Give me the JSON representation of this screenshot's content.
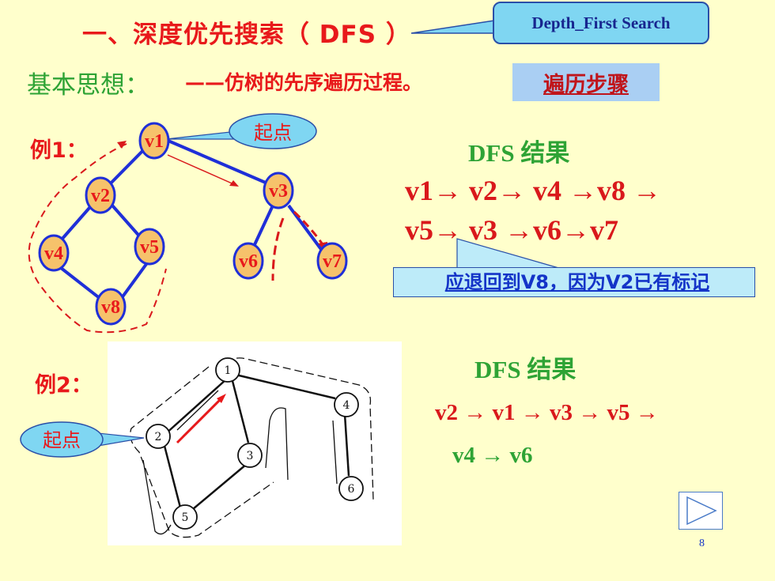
{
  "title": "一、深度优先搜索（ DFS ）",
  "callout_english": "Depth_First Search",
  "basic_idea": {
    "label": "基本思想：",
    "text": "——仿树的先序遍历过程。"
  },
  "steps_button": "遍历步骤",
  "example1": {
    "label": "例1：",
    "start_callout": "起点",
    "nodes": [
      "v1",
      "v2",
      "v3",
      "v4",
      "v5",
      "v6",
      "v7",
      "v8"
    ],
    "result_title": "DFS 结果",
    "sequence_line1": "v1→ v2→ v4 →v8 →",
    "sequence_line2_a": "v5→ v3 →v6→v7",
    "note": "应退回到V8，因为V2已有标记"
  },
  "example2": {
    "label": "例2：",
    "start_callout": "起点",
    "nodes": [
      "1",
      "2",
      "3",
      "4",
      "5",
      "6"
    ],
    "result_title": "DFS 结果",
    "sequence_line1": "v2 → v1 → v3 → v5 →",
    "sequence_line2": "v4 → v6"
  },
  "page_number": "8",
  "colors": {
    "background": "#FFFFCC",
    "title_red": "#E8191B",
    "green": "#2EA335",
    "node_fill": "#F6C26B",
    "edge_blue": "#1F2FD8"
  }
}
